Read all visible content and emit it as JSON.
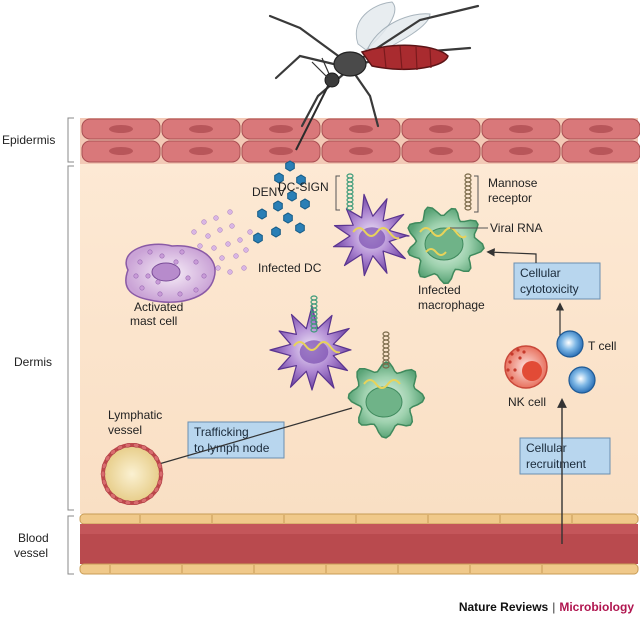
{
  "regions": {
    "epidermis": "Epidermis",
    "dermis": "Dermis",
    "blood_vessel_line1": "Blood",
    "blood_vessel_line2": "vessel"
  },
  "labels": {
    "denv": "DENV",
    "dc_sign": "DC-SIGN",
    "mannose_line1": "Mannose",
    "mannose_line2": "receptor",
    "viral_rna": "Viral RNA",
    "infected_dc": "Infected DC",
    "infected_macrophage_line1": "Infected",
    "infected_macrophage_line2": "macrophage",
    "mast_cell_line1": "Activated",
    "mast_cell_line2": "mast cell",
    "t_cell": "T cell",
    "nk_cell": "NK cell",
    "lymphatic_line1": "Lymphatic",
    "lymphatic_line2": "vessel"
  },
  "boxes": {
    "cytotoxicity_line1": "Cellular",
    "cytotoxicity_line2": "cytotoxicity",
    "trafficking_line1": "Trafficking",
    "trafficking_line2": "to lymph node",
    "recruitment_line1": "Cellular",
    "recruitment_line2": "recruitment"
  },
  "footer": {
    "journal": "Nature Reviews",
    "separator": "|",
    "section": "Microbiology"
  },
  "colors": {
    "dermis": "#fbe6cf",
    "skin_cell": "#d9787a",
    "blood_vessel": "#b94a4e",
    "vessel_wall": "#f0c98a",
    "dc": "#8b5fb8",
    "macrophage": "#7cbf95",
    "virus": "#2a7fb6",
    "box_fill": "#b8d6ee",
    "accent": "#b0154f"
  }
}
